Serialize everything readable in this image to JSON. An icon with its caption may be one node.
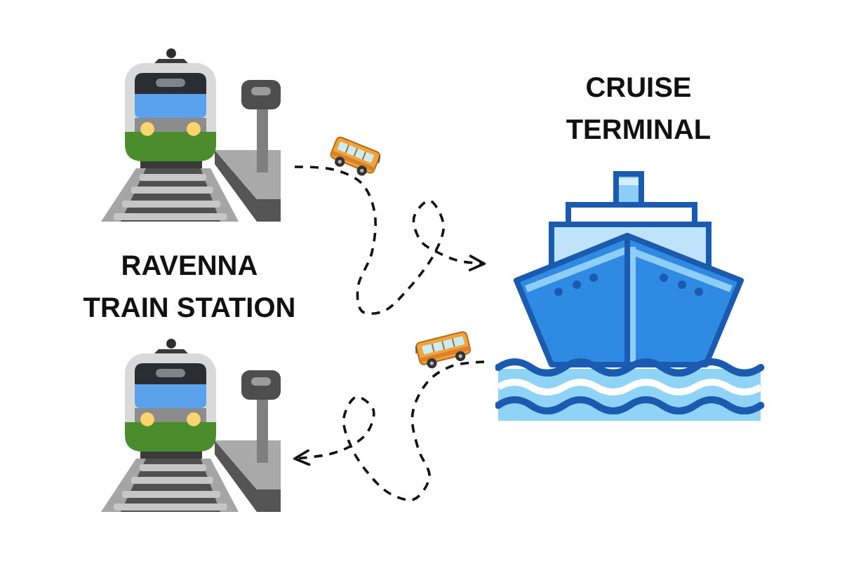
{
  "diagram": {
    "nodes": [
      {
        "text": [],
        "shape": "picture"
      },
      {
        "text": [
          "CRUISE TERMINAL"
        ]
      },
      {
        "text": [],
        "shape": "picture"
      }
    ],
    "edges": [
      {
        "from": 0,
        "to": 1,
        "arrow": "to",
        "style": "dashed"
      },
      {
        "from": 1,
        "to": 2,
        "arrow": "to",
        "style": "dashed"
      }
    ],
    "labels": [
      "RAVENNA TRAIN STATION"
    ]
  }
}
